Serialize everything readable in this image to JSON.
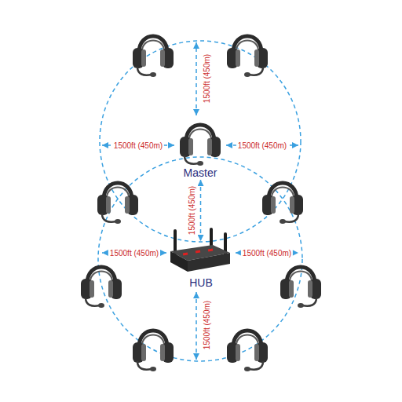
{
  "diagram": {
    "nodes": [
      {
        "text": [
          "Master"
        ]
      },
      {
        "text": [
          "HUB"
        ]
      }
    ],
    "edges": [
      {
        "from": 0,
        "to": 1,
        "arrow": "both",
        "label": "1500ft (450m)"
      }
    ],
    "labels": [
      "1500ft (450m)",
      "1500ft (450m)",
      "1500ft (450m)",
      "1500ft (450m)",
      "1500ft (450m)",
      "1500ft (450m)"
    ]
  }
}
